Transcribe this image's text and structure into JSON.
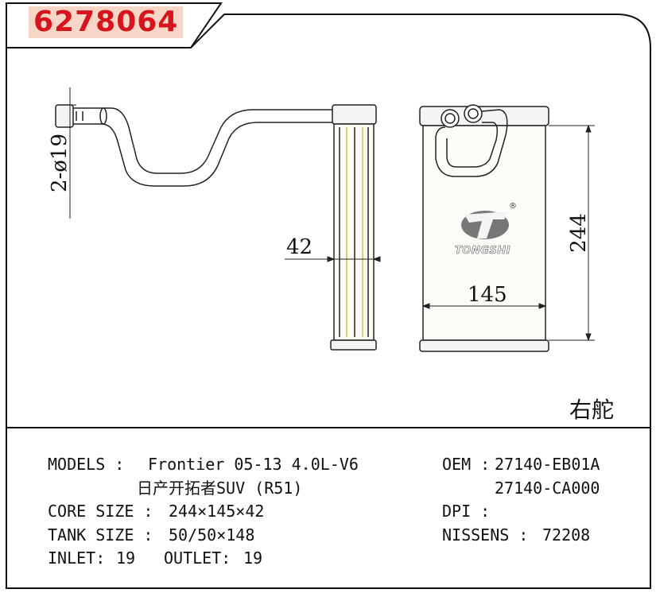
{
  "part_number": "6278064",
  "dimensions": {
    "tube_dia": "2-ø19",
    "thickness": "42",
    "width": "145",
    "height": "244"
  },
  "drive_side": "右舵",
  "brand": {
    "logo_text": "TONGSHI",
    "registered": "®"
  },
  "specs": {
    "models_label": "MODELS :",
    "models_value": "Frontier 05-13 4.0L-V6",
    "models_value2": "日产开拓者SUV (R51)",
    "core_label": "CORE SIZE :",
    "core_value": "244×145×42",
    "tank_label": "TANK SIZE :",
    "tank_value": "50/50×148",
    "inlet_label": "INLET:",
    "inlet_value": "19",
    "outlet_label": "OUTLET:",
    "outlet_value": "19",
    "oem_label": "OEM :",
    "oem_value1": "27140-EB01A",
    "oem_value2": "27140-CA000",
    "dpi_label": "DPI :",
    "dpi_value": "",
    "nissens_label": "NISSENS :",
    "nissens_value": "72208"
  }
}
